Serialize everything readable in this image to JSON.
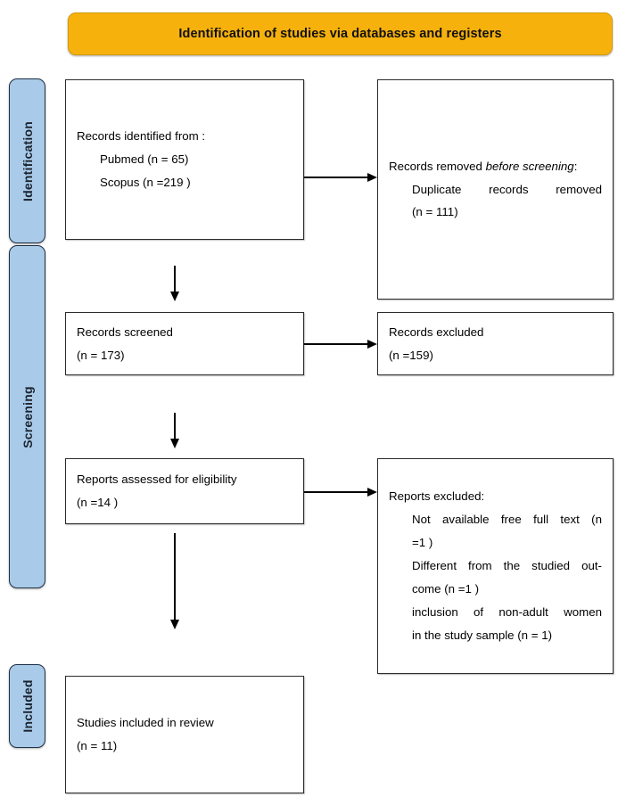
{
  "banner": {
    "title": "Identification of studies via databases and registers"
  },
  "phases": [
    {
      "id": "identification",
      "label": "Identification"
    },
    {
      "id": "screening",
      "label": "Screening"
    },
    {
      "id": "included",
      "label": "Included"
    }
  ],
  "boxes": {
    "identified": {
      "heading": "Records identified from :",
      "line1": "Pubmed (n = 65)",
      "line2": "Scopus (n =219 )"
    },
    "removed_before_screening": {
      "heading_plain": "Records removed ",
      "heading_italic": "before screening",
      "heading_colon": ":",
      "line1": "Duplicate records removed",
      "line2": "(n = 111)"
    },
    "screened": {
      "heading": "Records screened",
      "count": "(n = 173)"
    },
    "records_excluded": {
      "heading": "Records excluded",
      "count": "(n =159)"
    },
    "eligibility": {
      "heading": "Reports assessed for eligibility",
      "count": "(n =14 )"
    },
    "reports_excluded": {
      "heading": "Reports excluded:",
      "reason1_a": "Not available free full text (n",
      "reason1_b": "=1 )",
      "reason2_a": "Different from the studied out-",
      "reason2_b": "come (n =1 )",
      "reason3_a": "inclusion of non-adult women",
      "reason3_b": "in the study sample (n = 1)"
    },
    "included": {
      "heading": "Studies included in review",
      "count": "(n = 11)"
    }
  },
  "colors": {
    "banner_fill": "#F7B10C",
    "phase_fill": "#A9CBE9",
    "phase_border": "#1F3146",
    "box_border": "#2B2B2B",
    "arrow": "#000000"
  }
}
